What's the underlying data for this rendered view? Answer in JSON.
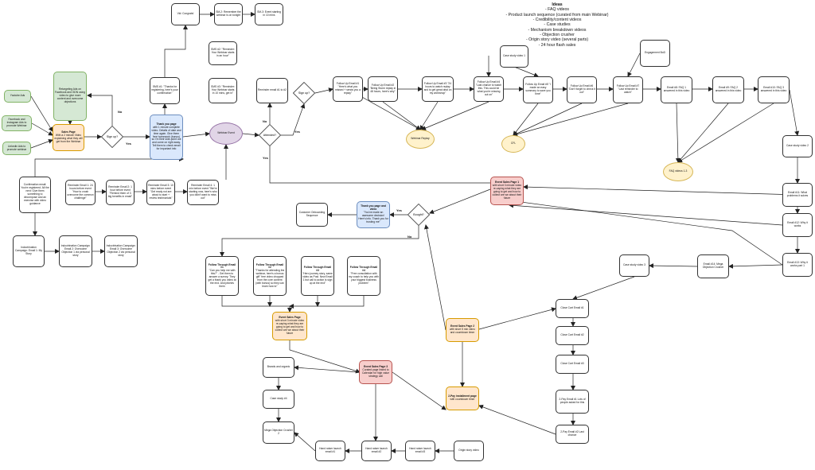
{
  "ideas": {
    "title": "Ideas",
    "items": [
      "- FAQ videos",
      "- Product launch sequence (curated from main Webinar)",
      "- Credibility/content videos",
      "- Case studies",
      "- Mechanism breakdown videos",
      "- Objection crusher",
      "- Origin story video (several parts)",
      "- 24 hour flash sales"
    ]
  },
  "nodes": {
    "youtube": {
      "text": "Youtube Ads",
      "title": ""
    },
    "facebook": {
      "text": "Facebook and Instagram Ads to promote Webinar",
      "title": ""
    },
    "linkedin": {
      "text": "Linkedin Ads to promote webinar",
      "title": ""
    },
    "retarget": {
      "text": "Retargeting Ads on Facebook and GDN using video to give more content and overcome objections",
      "title": ""
    },
    "sales": {
      "title": "Sales Page",
      "text": "With a 2 minute Video explaining what they will get from the Webinar"
    },
    "sms1": {
      "title": "",
      "text": "SMS #1: \"Thanks for registering, here's your confirmation\""
    },
    "sms2": {
      "title": "",
      "text": "SMS #2: \"Reminder: Your Webinar starts in an hour\""
    },
    "sms3": {
      "title": "",
      "text": "SMS #3: \"Reminder: Your Webinar starts in 10 mins, get in\""
    },
    "sms4": {
      "title": "",
      "text": "Vid: Congrats!"
    },
    "sms5": {
      "title": "",
      "text": "SM-2: Remember the webinar is on tonight"
    },
    "sms6": {
      "title": "",
      "text": "SM-3: Event starting in 10 mins"
    },
    "thanks": {
      "title": "Thank you page",
      "text": "with 1 minute complete video. Details of date and time again. Give them free homework (bonus) so I'm their side-point out and come on right away. Tell them to check email for important info"
    },
    "remind": {
      "title": "",
      "text": "Reminder email #1 to #2"
    },
    "conf": {
      "title": "",
      "text": "Confirmation email: You're registered. All the next: Give them something to decompose and an exercise with video guidance"
    },
    "rem1": {
      "title": "",
      "text": "Reminder Email 1: 24 hours before event \"How to crush overcome the common challenge\""
    },
    "rem2": {
      "title": "",
      "text": "Reminder Email 2: 1 hour before event \"Remind them of 3 big benefits in email\""
    },
    "rem3": {
      "title": "",
      "text": "Reminder Email 3: 10 mins before event \"Get ready not are about to start + review testimonials\""
    },
    "rem4": {
      "title": "",
      "text": "Reminder Email 4: 1 min before event \"We're starting now, here's who you didn't want to miss out\""
    },
    "ind1": {
      "title": "",
      "text": "Indoctrination Campaign: Email 1: My Story"
    },
    "ind2": {
      "title": "",
      "text": "Indoctrination Campaign: Email 2: Overcome Objection 1 via personal story"
    },
    "ind3": {
      "title": "",
      "text": "Indoctrination Campaign: Email 3: Overcome Objection 2 via personal story"
    },
    "webinar": {
      "title": "",
      "text": "Webinar Event"
    },
    "fu1": {
      "title": "",
      "text": "Follow Up Email #1 \"Here's what you missed + sends you a replay\""
    },
    "fu2": {
      "title": "",
      "text": "Follow Up Email #2 \"Being Storm replay in 48 hours, here's why\""
    },
    "fu3": {
      "title": "",
      "text": "Follow Up Email #3 \"24 hours to watch replay and to get great deal on my workshop\""
    },
    "fu4": {
      "title": "",
      "text": "Follow Up Email #4 \"Last chance to watch this. This could be what you're missing out on\""
    },
    "fu5": {
      "title": "",
      "text": "Follow Up Email #5 \"I made an easy summary to save you time\""
    },
    "fu6": {
      "title": "",
      "text": "Follow Up Email #6 \"Don't forget to check it out\""
    },
    "fu7": {
      "title": "",
      "text": "Follow Up Email #7 \"Last reminder to watch\""
    },
    "replay": {
      "title": "",
      "text": "Webinar Replay"
    },
    "cs1": {
      "title": "",
      "text": "Case study video 1"
    },
    "eng": {
      "title": "",
      "text": "Engagement BoD"
    },
    "faq1": {
      "title": "",
      "text": "Email #8: FAQ 1 answered in this video"
    },
    "faq2": {
      "title": "",
      "text": "Email #9: FAQ 2 answered in this video"
    },
    "faq3": {
      "title": "",
      "text": "Email #10: FAQ 3 answered in this video"
    },
    "cfl": {
      "title": "",
      "text": "CFL"
    },
    "faqv": {
      "title": "",
      "text": "FAQ videos 1-3"
    },
    "cs2": {
      "title": "",
      "text": "Case study video 2"
    },
    "cs3": {
      "title": "",
      "text": "Case study video 3"
    },
    "e11": {
      "title": "",
      "text": "Email #11: What problems it solves"
    },
    "e12": {
      "title": "",
      "text": "Email #12: Why it works"
    },
    "e13": {
      "title": "",
      "text": "Email #13: Why it works part 1"
    },
    "e14": {
      "title": "",
      "text": "Email #14: Mega Objection Crusher"
    },
    "esp1": {
      "title": "Event Sales Page 1",
      "text": "with short 3 minute video re-caping what they are going to get and how to collect are we about their future"
    },
    "bought1": {
      "title": "",
      "text": "Bought?"
    },
    "thanks2": {
      "title": "Thank you page and video",
      "text": "\"You've made an awesome decision! Here's info. Thank you for trusting me\""
    },
    "onboard": {
      "title": "",
      "text": "Customer Onboarding Sequence"
    },
    "ft1": {
      "title": "Follow Through Email #1",
      "text": "\"Can you help me with this?\" - Get them to answer a survey. They get a thank you video at the end. And pitches them"
    },
    "ft2": {
      "title": "Follow Through Email #2",
      "text": "\"Thanks for attending the webinar, here's a bonus gift\" free video chopped from the core content (with bonus) so they can learn how to\""
    },
    "ft3": {
      "title": "Follow Through Email #3",
      "text": "\"Hero journey story, same video as Post. New Email 1 but call to action is sign up at the end\""
    },
    "ft4": {
      "title": "Follow Through Email #4",
      "text": "\"Free consultation with my coach to help you with your biggest business problem\""
    },
    "esp": {
      "title": "Event Sales Page",
      "text": "with short 3 minute video re-caping what they are going to get and how to collect are we about their future"
    },
    "esp2": {
      "title": "Event Sales Page 2",
      "text": "with short 5 min video and countdown timer"
    },
    "close1": {
      "title": "",
      "text": "Close Cart Email #1"
    },
    "close2": {
      "title": "",
      "text": "Close Cart Email #2"
    },
    "close3": {
      "title": "",
      "text": "Close Cart Email #3"
    },
    "pay2": {
      "title": "",
      "text": "2-Pay Email #1 Lots of people asked for this"
    },
    "pay2b": {
      "title": "",
      "text": "2-Pay Email #2 Last chance"
    },
    "install": {
      "title": "2-Pay installment page",
      "text": "with countdown timer"
    },
    "esp3": {
      "title": "Event Sales Page 3",
      "text": "Curated page linked to Calendar for high value strategy call"
    },
    "brand": {
      "title": "",
      "text": "Brands and organic"
    },
    "cs4": {
      "title": "",
      "text": "Case study #4"
    },
    "mega2": {
      "title": "",
      "text": "Mega Objection Crusher 2"
    },
    "ht1": {
      "title": "",
      "text": "Hand raiser launch email #1"
    },
    "ht2": {
      "title": "",
      "text": "Hand raiser launch email #2"
    },
    "ht3": {
      "title": "",
      "text": "Hand raiser launch email #3"
    },
    "origin": {
      "title": "",
      "text": "Origin story video"
    }
  },
  "diamonds": {
    "signup": "Sign up?",
    "signup2": "Sign up?",
    "attended": "Attended?",
    "bought": "Bought?"
  },
  "edge_labels": {
    "no1": "No",
    "yes1": "Yes",
    "no2": "No",
    "yes2": "Yes",
    "yes3": "Yes",
    "yes4": "Yes",
    "no3": "No"
  },
  "colors": {
    "green": "#d5e8d4",
    "blue": "#dae8fc",
    "orange": "#ffe6cc",
    "red": "#f8cecc",
    "purple": "#e1d5e7",
    "yellow": "#fff2cc",
    "line": "#222222"
  }
}
